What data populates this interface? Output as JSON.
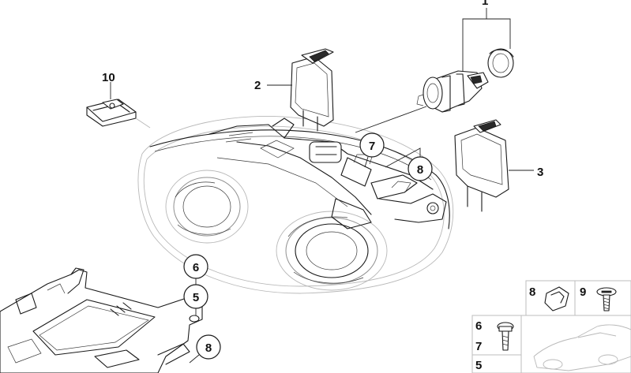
{
  "callouts": {
    "c1": "1",
    "c2": "2",
    "c3": "3",
    "c7": "7",
    "c8_top": "8",
    "c10": "10",
    "c6_left": "6",
    "c5_left": "5",
    "c8_bottom": "8"
  },
  "legend": {
    "clip_nut_number": "8",
    "screw_number": "9",
    "bolt_top_number": "6",
    "bolt_mid_number": "7",
    "bolt_bottom_number": "5"
  }
}
